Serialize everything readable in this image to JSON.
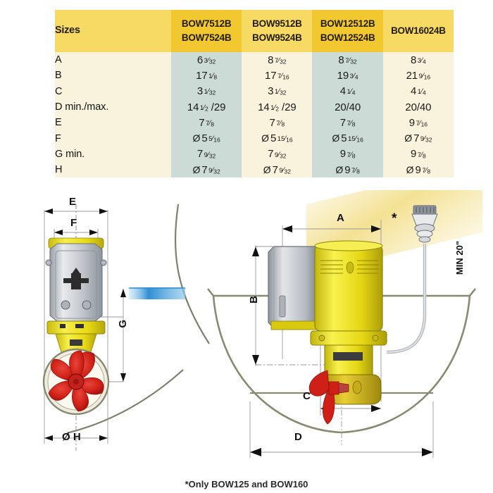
{
  "table": {
    "title_label": "Sizes",
    "columns": [
      {
        "id": "c1",
        "lines": [
          "BOW7512B",
          "BOW7524B"
        ],
        "header_bg": "#f2c830",
        "body_bg": "#cddbd6"
      },
      {
        "id": "c2",
        "lines": [
          "BOW9512B",
          "BOW9524B"
        ],
        "header_bg": "#f7da63",
        "body_bg": "#f9f3dd"
      },
      {
        "id": "c3",
        "lines": [
          "BOW12512B",
          "BOW12524B"
        ],
        "header_bg": "#f2c830",
        "body_bg": "#cddbd6"
      },
      {
        "id": "c4",
        "lines": [
          "",
          "BOW16024B"
        ],
        "header_bg": "#f7da63",
        "body_bg": "#f9f3dd"
      }
    ],
    "rows": [
      {
        "label": "A",
        "values": [
          "6 3/32",
          "8 7/32",
          "8 7/32",
          "8 3/4"
        ],
        "cells": [
          {
            "dia": false,
            "whole": "6",
            "num": "3",
            "den": "32"
          },
          {
            "dia": false,
            "whole": "8",
            "num": "7",
            "den": "32"
          },
          {
            "dia": false,
            "whole": "8",
            "num": "7",
            "den": "32"
          },
          {
            "dia": false,
            "whole": "8",
            "num": "3",
            "den": "4"
          }
        ]
      },
      {
        "label": "B",
        "values": [
          "17 1/8",
          "17 7/16",
          "19 3/4",
          "21 9/16"
        ],
        "cells": [
          {
            "dia": false,
            "whole": "17",
            "num": "1",
            "den": "8"
          },
          {
            "dia": false,
            "whole": "17",
            "num": "7",
            "den": "16"
          },
          {
            "dia": false,
            "whole": "19",
            "num": "3",
            "den": "4"
          },
          {
            "dia": false,
            "whole": "21",
            "num": "9",
            "den": "16"
          }
        ]
      },
      {
        "label": "C",
        "values": [
          "3 1/32",
          "3 1/32",
          "4 1/4",
          "4 1/4"
        ],
        "cells": [
          {
            "dia": false,
            "whole": "3",
            "num": "1",
            "den": "32"
          },
          {
            "dia": false,
            "whole": "3",
            "num": "1",
            "den": "32"
          },
          {
            "dia": false,
            "whole": "4",
            "num": "1",
            "den": "4"
          },
          {
            "dia": false,
            "whole": "4",
            "num": "1",
            "den": "4"
          }
        ]
      },
      {
        "label": "D min./max.",
        "values": [
          "14 1/2 /29",
          "14 1/2 /29",
          "20/40",
          "20/40"
        ],
        "cells": [
          {
            "dia": false,
            "whole": "14",
            "num": "1",
            "den": "2",
            "suffix": "/29"
          },
          {
            "dia": false,
            "whole": "14",
            "num": "1",
            "den": "2",
            "suffix": "/29"
          },
          {
            "dia": false,
            "plain": "20/40"
          },
          {
            "dia": false,
            "plain": "20/40"
          }
        ]
      },
      {
        "label": "E",
        "values": [
          "7 7/8",
          "7 7/8",
          "7 7/8",
          "9 7/16"
        ],
        "cells": [
          {
            "dia": false,
            "whole": "7",
            "num": "7",
            "den": "8"
          },
          {
            "dia": false,
            "whole": "7",
            "num": "7",
            "den": "8"
          },
          {
            "dia": false,
            "whole": "7",
            "num": "7",
            "den": "8"
          },
          {
            "dia": false,
            "whole": "9",
            "num": "7",
            "den": "16"
          }
        ]
      },
      {
        "label": "F",
        "values": [
          "Ø 5 5/16",
          "Ø 5 15/16",
          "Ø 5 15/16",
          "Ø 7 9/32"
        ],
        "cells": [
          {
            "dia": true,
            "whole": "5",
            "num": "5",
            "den": "16"
          },
          {
            "dia": true,
            "whole": "5",
            "num": "15",
            "den": "16"
          },
          {
            "dia": true,
            "whole": "5",
            "num": "15",
            "den": "16"
          },
          {
            "dia": true,
            "whole": "7",
            "num": "9",
            "den": "32"
          }
        ]
      },
      {
        "label": "G min.",
        "values": [
          "7 9/32",
          "7 9/32",
          "9 7/8",
          "9 7/8"
        ],
        "cells": [
          {
            "dia": false,
            "whole": "7",
            "num": "9",
            "den": "32"
          },
          {
            "dia": false,
            "whole": "7",
            "num": "9",
            "den": "32"
          },
          {
            "dia": false,
            "whole": "9",
            "num": "7",
            "den": "8"
          },
          {
            "dia": false,
            "whole": "9",
            "num": "7",
            "den": "8"
          }
        ]
      },
      {
        "label": "H",
        "values": [
          "Ø 7 9/32",
          "Ø 7 9/32",
          "Ø 9 7/8",
          "Ø 9 7/8"
        ],
        "cells": [
          {
            "dia": true,
            "whole": "7",
            "num": "9",
            "den": "32"
          },
          {
            "dia": true,
            "whole": "7",
            "num": "9",
            "den": "32"
          },
          {
            "dia": true,
            "whole": "9",
            "num": "7",
            "den": "8"
          },
          {
            "dia": true,
            "whole": "9",
            "num": "7",
            "den": "8"
          }
        ]
      }
    ]
  },
  "diagrams": {
    "left": {
      "name": "front-view",
      "dim_e": "E",
      "dim_f": "F",
      "dim_g": "G",
      "dim_h": "Ø H"
    },
    "right": {
      "name": "side-view-in-hull",
      "dim_a": "A",
      "dim_b": "B",
      "dim_c": "C",
      "dim_d": "D",
      "asterisk": "*",
      "min_depth": "MIN 20\""
    }
  },
  "footnote": "*Only BOW125 and BOW160",
  "colors": {
    "header_gold": "#f2c830",
    "header_light": "#f7da63",
    "body_sage": "#cddbd6",
    "body_cream": "#f9f3dd",
    "propeller_red": "#d42a1e",
    "housing_yellow": "#f2e421",
    "motor_grey": "#c9ccd1",
    "waterline_blue": "#2f8fd4",
    "hull_line": "#8a8a72"
  }
}
